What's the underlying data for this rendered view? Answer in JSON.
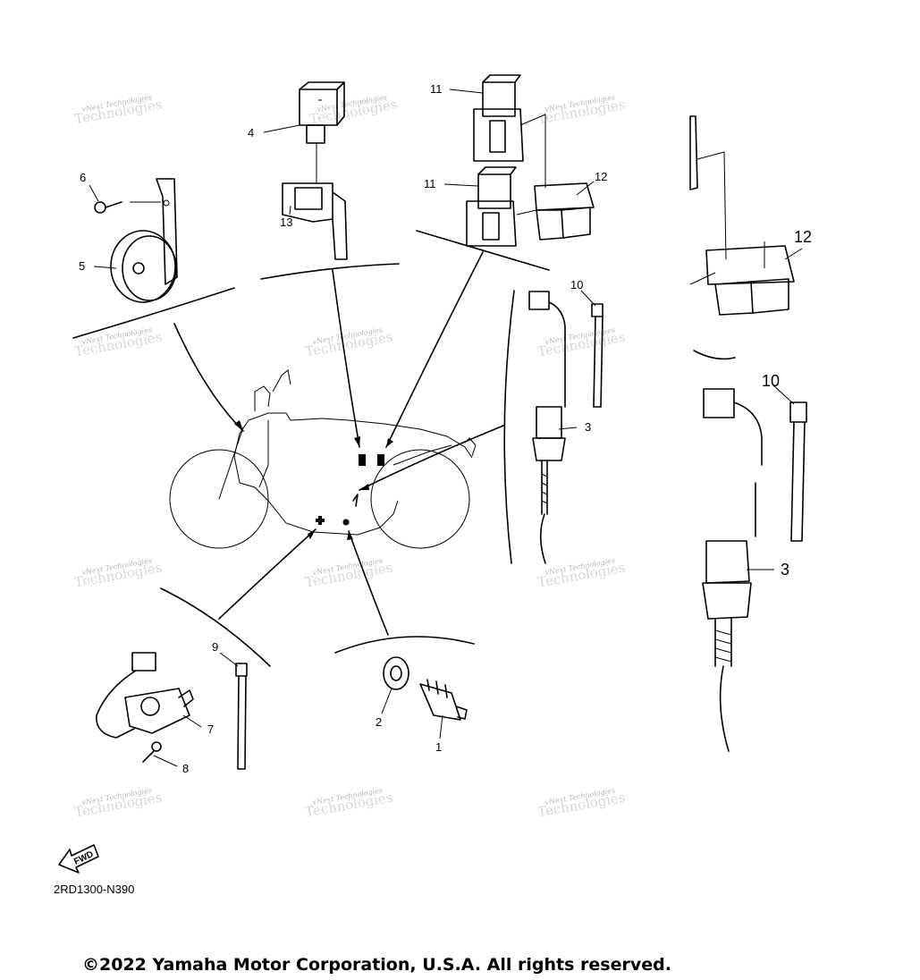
{
  "diagram": {
    "callouts": {
      "c1": "1",
      "c2": "2",
      "c3": "3",
      "c3b": "3",
      "c4": "4",
      "c5": "5",
      "c6": "6",
      "c7": "7",
      "c8": "8",
      "c9": "9",
      "c10": "10",
      "c10b": "10",
      "c11a": "11",
      "c11b": "11",
      "c12": "12",
      "c12b": "12",
      "c13": "13"
    },
    "diagram_code": "2RD1300-N390",
    "fwd_label": "FWD",
    "watermark": {
      "line1": "vNext Technologies",
      "line2": "Technologies"
    }
  },
  "footer": {
    "copyright": "©2022 Yamaha Motor Corporation, U.S.A. All rights reserved."
  }
}
